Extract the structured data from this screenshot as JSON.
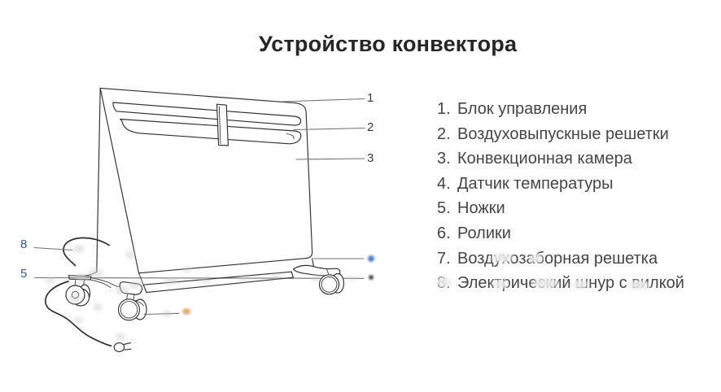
{
  "title": "Устройство конвектора",
  "parts_list": {
    "items": [
      {
        "number": "1.",
        "label": "Блок управления"
      },
      {
        "number": "2.",
        "label": "Воздуховыпускные решетки"
      },
      {
        "number": "3.",
        "label": "Конвекционная камера"
      },
      {
        "number": "4.",
        "label": "Датчик температуры"
      },
      {
        "number": "5.",
        "label": "Ножки"
      },
      {
        "number": "6.",
        "label": "Ролики"
      },
      {
        "number": "7.",
        "label": "Воздухозаборная решетка"
      },
      {
        "number": "8.",
        "label": "Электрический шнур с вилкой"
      }
    ]
  },
  "diagram": {
    "callout_labels": {
      "n1": "1",
      "n2": "2",
      "n3": "3",
      "n5": "5",
      "n8": "8"
    },
    "artifact_dots": {
      "blue": "#4f86d6",
      "dark": "#4a4a4a",
      "orange": "#e7ae74"
    }
  },
  "colors": {
    "background": "#ffffff",
    "title_text": "#262626",
    "list_text": "#454545",
    "line_art": "#2f2f2f",
    "callout_line": "#707070",
    "callout_number_right": "#3a3a3a",
    "callout_number_left": "#2d5d8f"
  }
}
